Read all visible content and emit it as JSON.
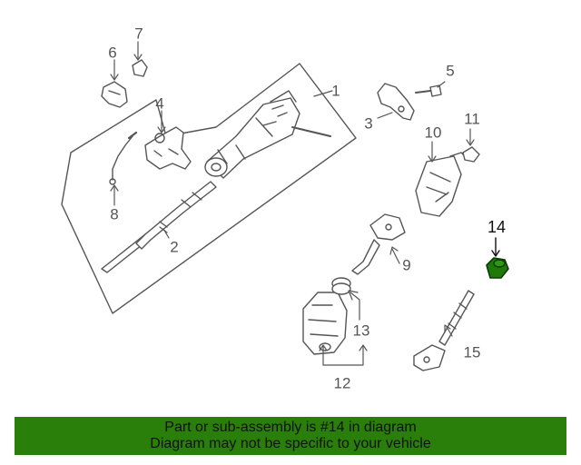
{
  "diagram": {
    "callouts": [
      {
        "id": "1",
        "label": "1"
      },
      {
        "id": "2",
        "label": "2"
      },
      {
        "id": "3",
        "label": "3"
      },
      {
        "id": "4",
        "label": "4"
      },
      {
        "id": "5",
        "label": "5"
      },
      {
        "id": "6",
        "label": "6"
      },
      {
        "id": "7",
        "label": "7"
      },
      {
        "id": "8",
        "label": "8"
      },
      {
        "id": "9",
        "label": "9"
      },
      {
        "id": "10",
        "label": "10"
      },
      {
        "id": "11",
        "label": "11"
      },
      {
        "id": "12",
        "label": "12"
      },
      {
        "id": "13",
        "label": "13"
      },
      {
        "id": "14",
        "label": "14"
      },
      {
        "id": "15",
        "label": "15"
      }
    ],
    "highlighted_part": "14",
    "highlight_color": "#1f7a0a",
    "line_color": "#555555"
  },
  "banner": {
    "line1": "Part or sub-assembly is #14 in diagram",
    "line2": "Diagram may not be specific to your vehicle",
    "background": "#2a7f0a"
  }
}
